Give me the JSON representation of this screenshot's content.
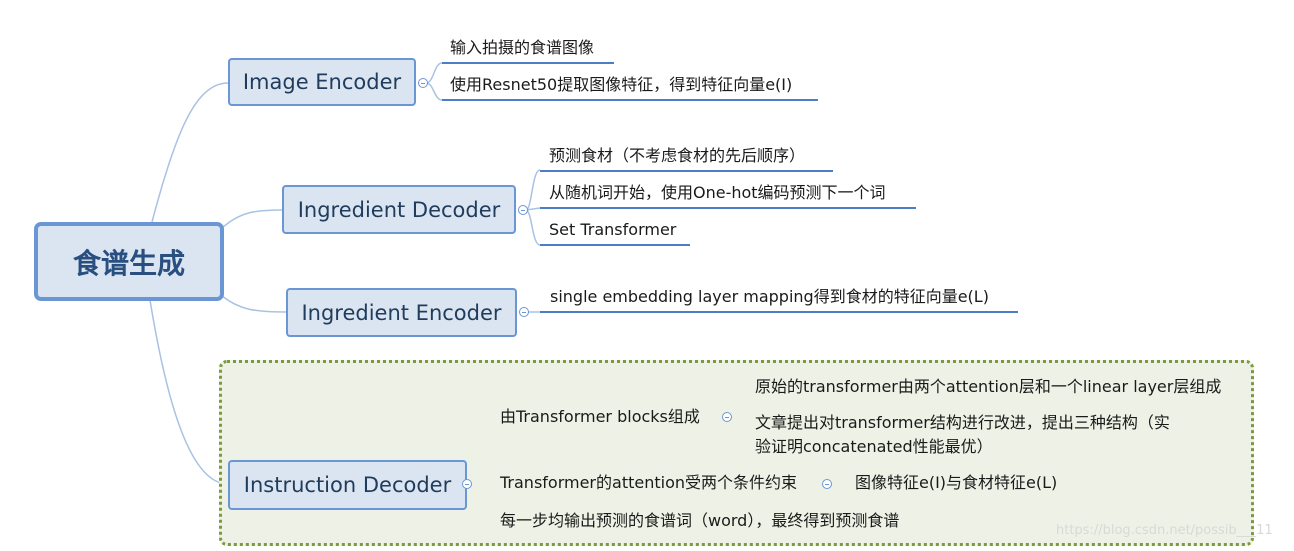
{
  "root": {
    "label": "食谱生成"
  },
  "branches": [
    {
      "id": "image-encoder",
      "label": "Image Encoder",
      "children": [
        "输入拍摄的食谱图像",
        "使用Resnet50提取图像特征，得到特征向量e(I)"
      ]
    },
    {
      "id": "ingredient-decoder",
      "label": "Ingredient Decoder",
      "children": [
        "预测食材（不考虑食材的先后顺序）",
        "从随机词开始，使用One-hot编码预测下一个词",
        "Set Transformer"
      ]
    },
    {
      "id": "ingredient-encoder",
      "label": "Ingredient Encoder",
      "children": [
        "single embedding layer mapping得到食材的特征向量e(L)"
      ]
    },
    {
      "id": "instruction-decoder",
      "label": "Instruction Decoder",
      "children": [
        {
          "label": "由Transformer blocks组成",
          "children": [
            "原始的transformer由两个attention层和一个linear layer层组成",
            "文章提出对transformer结构进行改进，提出三种结构（实",
            "验证明concatenated性能最优）"
          ]
        },
        {
          "label": "Transformer的attention受两个条件约束",
          "children": [
            "图像特征e(I)与食材特征e(L)"
          ]
        },
        {
          "label": "每一步均输出预测的食谱词（word），最终得到预测食谱"
        }
      ]
    }
  ],
  "watermark": "https://blog.csdn.net/possib___11",
  "colors": {
    "node_fill": "#dbe5f1",
    "node_border": "#6a97d3",
    "connector": "#a9c2e3",
    "underline": "#4a7fc6",
    "group_fill": "#eef2e6",
    "group_border": "#7a9a3c"
  }
}
